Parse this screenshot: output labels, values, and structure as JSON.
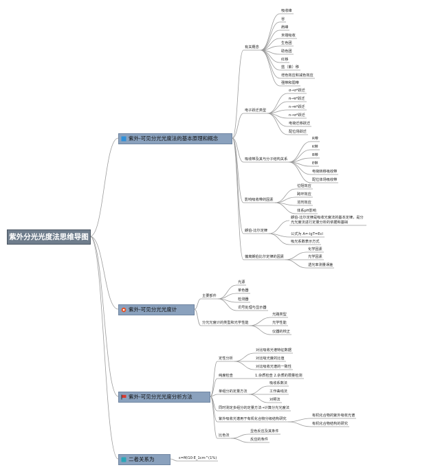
{
  "root": "紫外分光光度法思维导图",
  "colors": {
    "line": "#9a9a9a",
    "root_fill": "#6f7d8c",
    "main_fill": "#8aa1bd",
    "icon_blue": "#2f8fd8",
    "icon_orange": "#e0552b",
    "icon_red": "#d83a2f",
    "icon_teal": "#2aa6b8"
  },
  "branches": [
    {
      "label": "紫外-可见分光光度法的基本原理和概念",
      "icon": "blue-square-icon",
      "groups": [
        {
          "label": "有关概念",
          "items": [
            "吸收峰",
            "谷",
            "肩峰",
            "末端吸收",
            "生色团",
            "助色团",
            "红移",
            "蓝（紫）移",
            "增色效应和减色效应",
            "强带和弱带"
          ]
        },
        {
          "label": "电子跃迁类型",
          "items": [
            "σ→σ*跃迁",
            "π→π*跃迁",
            "n→π*跃迁",
            "n→σ*跃迁",
            "电荷迁移跃迁",
            "配位场跃迁"
          ]
        },
        {
          "label": "吸收带及其与分子结构关系",
          "items": [
            "R带",
            "K带",
            "B带",
            "E带",
            "电荷转移吸收带",
            "配位体场吸收带"
          ]
        },
        {
          "label": "影响吸收带的因素",
          "items": [
            "位阻效应",
            "跨环效应",
            "溶剂效应",
            "体系pH影响"
          ]
        },
        {
          "label": "朗伯-比尔定律",
          "items": [
            "朗伯-比尔定律是吸收光度法的基本定律，是分光光度法进行定量分析的依据和基础",
            "公式为 A=-lgT=Ecl",
            "吸光系数表示方式"
          ]
        },
        {
          "label": "偏离朗伯比尔定律的因素",
          "items": [
            "化学因素",
            "光学因素",
            "透光率测量误差"
          ]
        }
      ]
    },
    {
      "label": "紫外-可见分光光度计",
      "icon": "orange-gear-icon",
      "groups": [
        {
          "label": "主要部件",
          "items": [
            "光源",
            "单色器",
            "检测器",
            "讯号处理与显示器"
          ]
        },
        {
          "label": "分光光度计的类型和光学性能",
          "items": [
            "光路类型",
            "光学性能",
            "仪器的校正"
          ]
        }
      ]
    },
    {
      "label": "紫外-可见分光光度分析方法",
      "icon": "red-flag-icon",
      "groups": [
        {
          "label": "定性分析",
          "items": [
            "对比吸收光谱特征数据",
            "对比吸光度的比值",
            "对比吸收光谱的一致性"
          ]
        },
        {
          "label": "纯度检查",
          "items": [
            "1.杂质检查 2.杂质的限量检测"
          ]
        },
        {
          "label": "单组分的定量方法",
          "items": [
            "吸收系数法",
            "工作曲线法",
            "对照法"
          ]
        },
        {
          "label": "同时测定多组分的定量方法→计算分光光度法",
          "items": []
        },
        {
          "label": "紫外吸收光谱用于有机化合物分级结构研究",
          "items": [
            "有机化合物的紫外吸收光谱",
            "有机化合物结构的研究"
          ]
        },
        {
          "label": "比色法",
          "items": [
            "显色反应及其条件",
            "反应的条件"
          ]
        }
      ]
    },
    {
      "label": "二者关系为",
      "icon": "teal-square-icon",
      "groups": [
        {
          "label": "ε=M/10·E_1cm^(1%)",
          "items": []
        }
      ]
    }
  ]
}
